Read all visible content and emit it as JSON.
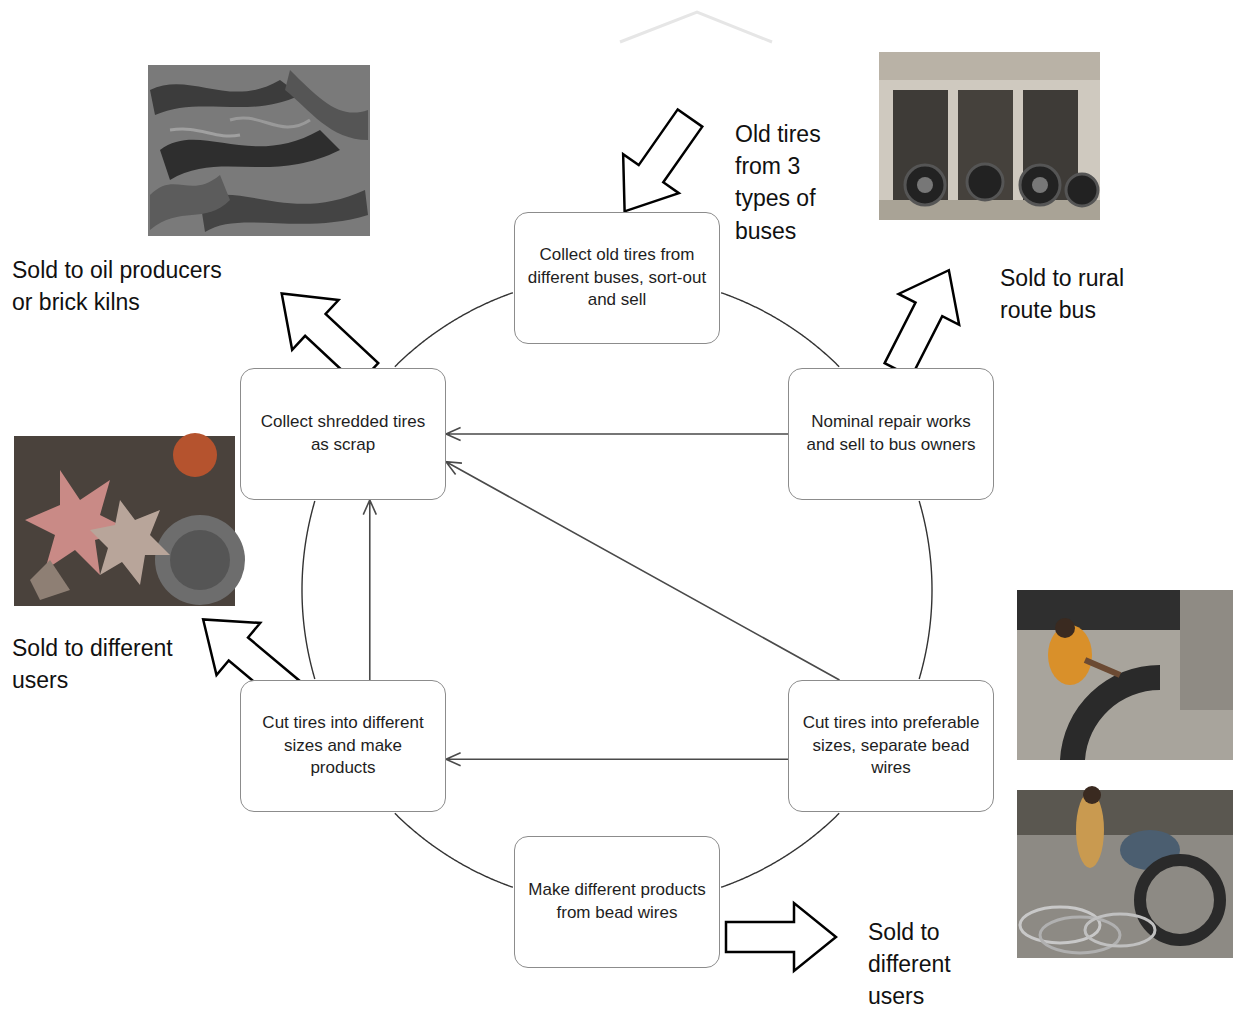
{
  "diagram": {
    "nodes": [
      {
        "text": [
          "Collect old tires from different buses, sort-out and sell"
        ]
      },
      {
        "text": [
          "Nominal repair works and sell to bus owners"
        ]
      },
      {
        "text": [
          "Cut tires into preferable sizes, separate bead wires"
        ]
      },
      {
        "text": [
          "Make different products from bead wires"
        ]
      },
      {
        "text": [
          "Cut tires into different sizes and make products"
        ]
      },
      {
        "text": [
          "Collect shredded tires as scrap"
        ]
      }
    ],
    "edges": [
      {
        "from": 1,
        "to": 5,
        "arrow": "to"
      },
      {
        "from": 2,
        "to": 5,
        "arrow": "to"
      },
      {
        "from": 2,
        "to": 4,
        "arrow": "to"
      },
      {
        "from": 4,
        "to": 5,
        "arrow": "to"
      },
      {
        "from": 0,
        "to": 1,
        "arrow": "none"
      },
      {
        "from": 1,
        "to": 2,
        "arrow": "none"
      },
      {
        "from": 2,
        "to": 3,
        "arrow": "none"
      },
      {
        "from": 3,
        "to": 4,
        "arrow": "none"
      },
      {
        "from": 4,
        "to": 5,
        "arrow": "none"
      },
      {
        "from": 5,
        "to": 0,
        "arrow": "none"
      }
    ],
    "labels": [
      "Old tires from 3 types of buses",
      "Sold to rural route bus",
      "Sold to oil producers or brick kilns",
      "Sold to different users",
      "Sold to different users"
    ]
  }
}
